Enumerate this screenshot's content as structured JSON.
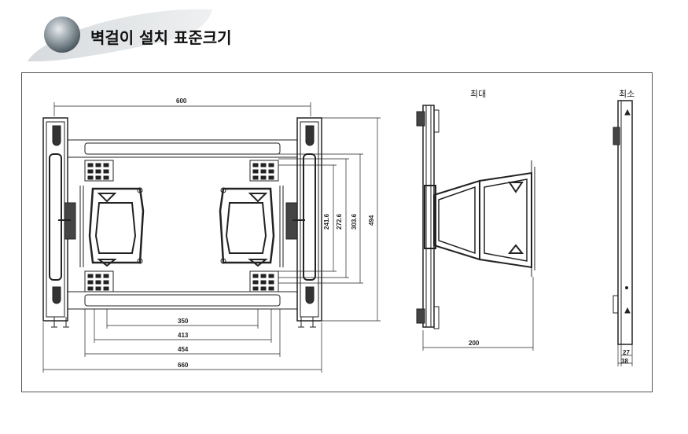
{
  "header": {
    "title": "벽걸이 설치 표준크기"
  },
  "views": {
    "max_label": "최대",
    "min_label": "최소"
  },
  "dimensions": {
    "top_width": "600",
    "bottom_350": "350",
    "bottom_413": "413",
    "bottom_454": "454",
    "bottom_660": "660",
    "v_241": "241.6",
    "v_272": "272.6",
    "v_303": "303.6",
    "v_494": "494",
    "side_200": "200",
    "min_27": "27",
    "min_38": "38"
  }
}
